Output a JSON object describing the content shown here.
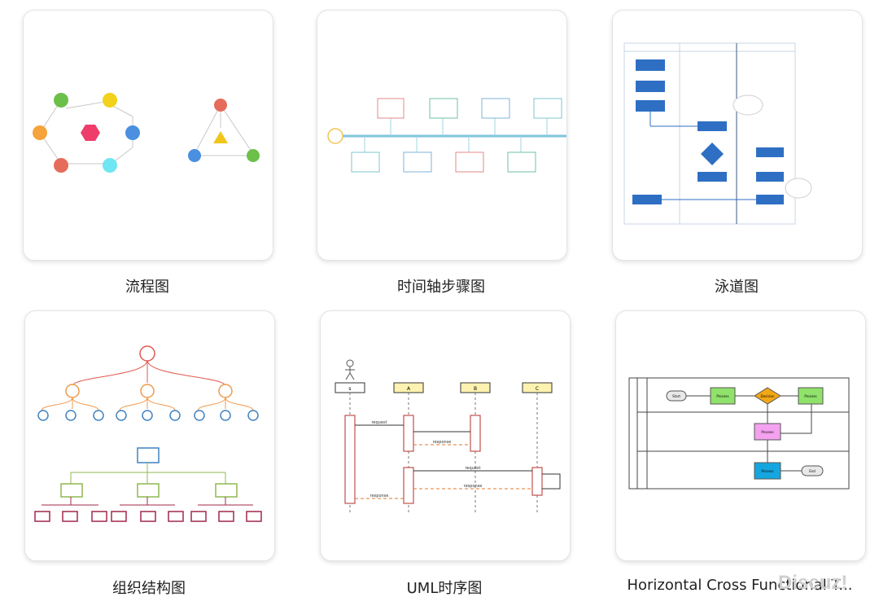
{
  "templates": [
    {
      "caption": "流程图"
    },
    {
      "caption": "时间轴步骤图"
    },
    {
      "caption": "泳道图"
    },
    {
      "caption": "组织结构图"
    },
    {
      "caption": "UML时序图"
    },
    {
      "caption": "Horizontal Cross Functional T..."
    }
  ],
  "watermark": "Discuz!",
  "uml": {
    "actor_label": "s",
    "lifelines": [
      "A",
      "B",
      "C"
    ],
    "messages": [
      "request",
      "response",
      "request",
      "response",
      "response"
    ]
  },
  "cross": {
    "nodes": [
      "Start",
      "Process",
      "Decision",
      "Process",
      "Process",
      "Process",
      "End"
    ]
  },
  "colors": {
    "card_border": "#e3e3e3",
    "caption_text": "#222222",
    "lane_blue": "#2e6fc4",
    "timeline_axis": "#7fc4dd",
    "org_red": "#e05a4f",
    "org_orange": "#ee9a4d",
    "org_blue": "#3f82c0",
    "org_green": "#8fb84f",
    "org_maroon": "#a0284a"
  }
}
